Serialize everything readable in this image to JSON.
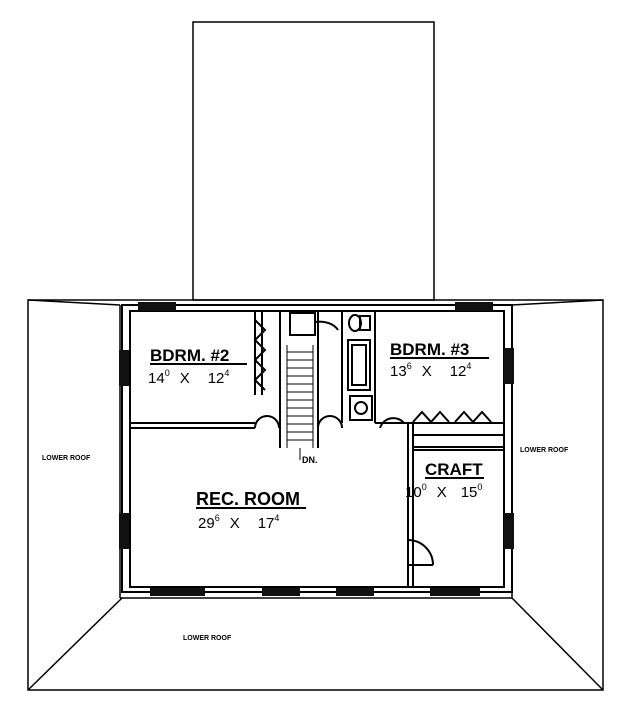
{
  "rooms": {
    "bdrm2": {
      "name": "BDRM. #2",
      "w_ft": "14",
      "w_in": "0",
      "x": "X",
      "l_ft": "12",
      "l_in": "4"
    },
    "bdrm3": {
      "name": "BDRM. #3",
      "w_ft": "13",
      "w_in": "6",
      "x": "X",
      "l_ft": "12",
      "l_in": "4"
    },
    "craft": {
      "name": "CRAFT",
      "w_ft": "10",
      "w_in": "0",
      "x": "X",
      "l_ft": "15",
      "l_in": "0"
    },
    "rec": {
      "name": "REC. ROOM",
      "w_ft": "29",
      "w_in": "6",
      "x": "X",
      "l_ft": "17",
      "l_in": "4"
    }
  },
  "labels": {
    "lower_roof_left": "LOWER ROOF",
    "lower_roof_right": "LOWER ROOF",
    "lower_roof_bottom": "LOWER ROOF",
    "stair_down": "DN."
  }
}
